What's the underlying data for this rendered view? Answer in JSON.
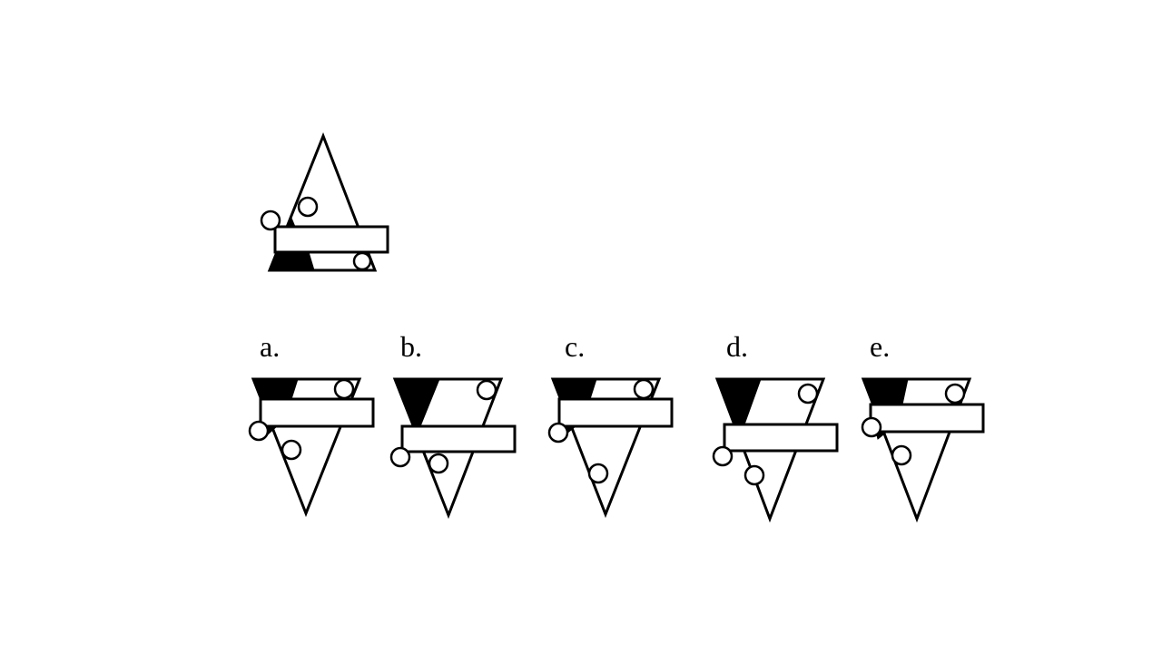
{
  "puzzle": {
    "options": [
      {
        "label": "a."
      },
      {
        "label": "b."
      },
      {
        "label": "c."
      },
      {
        "label": "d."
      },
      {
        "label": "e."
      }
    ]
  },
  "colors": {
    "stroke": "#000000",
    "fill_dark": "#000000",
    "fill_light": "#ffffff"
  }
}
